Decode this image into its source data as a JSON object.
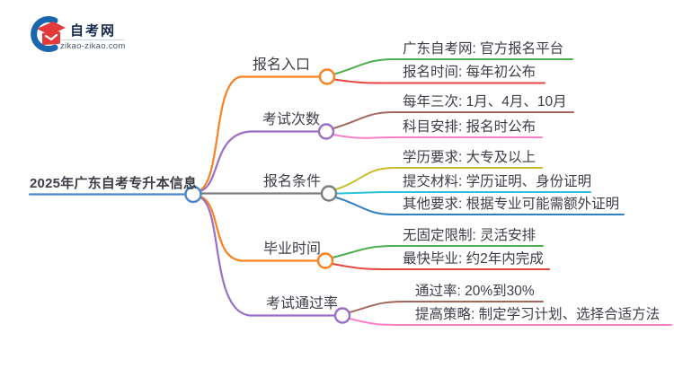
{
  "logo": {
    "title": "自考网",
    "domain": "zikao-zikao.com"
  },
  "root": {
    "label": "2025年广东自考专升本信息"
  },
  "branches": [
    {
      "label": "报名入口",
      "children": [
        {
          "text": "广东自考网: 官方报名平台"
        },
        {
          "text": "报名时间: 每年初公布"
        }
      ]
    },
    {
      "label": "考试次数",
      "children": [
        {
          "text": "每年三次: 1月、4月、10月"
        },
        {
          "text": "科目安排: 报名时公布"
        }
      ]
    },
    {
      "label": "报名条件",
      "children": [
        {
          "text": "学历要求: 大专及以上"
        },
        {
          "text": "提交材料: 学历证明、身份证明"
        },
        {
          "text": "其他要求: 根据专业可能需额外证明"
        }
      ]
    },
    {
      "label": "毕业时间",
      "children": [
        {
          "text": "无固定限制: 灵活安排"
        },
        {
          "text": "最快毕业: 约2年内完成"
        }
      ]
    },
    {
      "label": "考试通过率",
      "children": [
        {
          "text": "通过率: 20%到30%"
        },
        {
          "text": "提高策略: 制定学习计划、选择合适方法"
        }
      ]
    }
  ],
  "palette": {
    "blue": "#4a86c8",
    "orange": "#f8821f",
    "purple": "#9a6fc8",
    "gray": "#7d7d7d",
    "green": "#4cae4f",
    "red": "#e4453c",
    "brown": "#a2685c",
    "pink": "#f97fc8",
    "yellow": "#c9bc2e",
    "cyan": "#27c3d8",
    "childBlue": "#2f7fc3",
    "text": "#3d3d46",
    "logoNavy": "#16284c",
    "logoRed": "#e23a3a",
    "logoBlue": "#1a66ae"
  }
}
